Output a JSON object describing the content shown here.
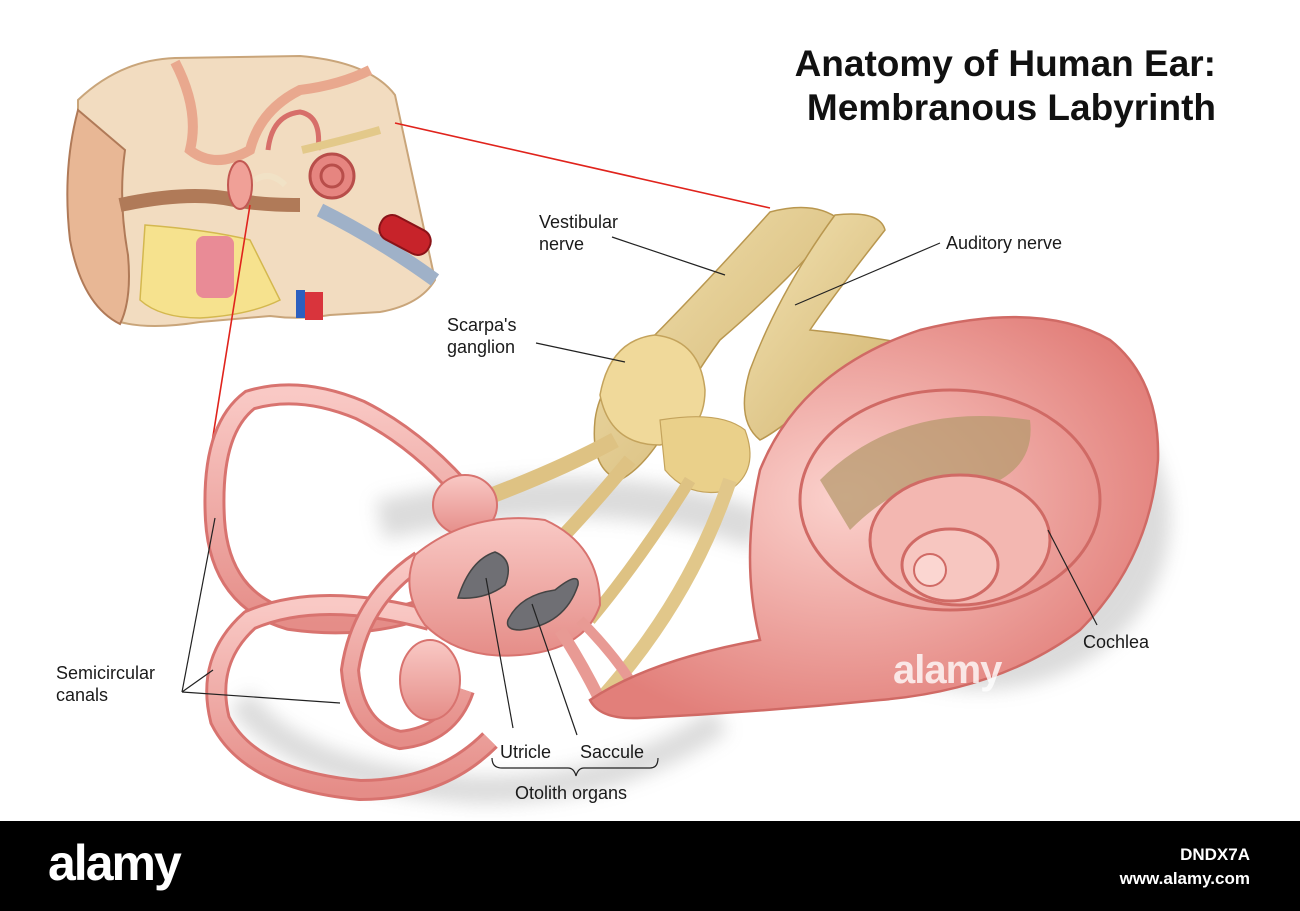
{
  "diagram": {
    "title_line1": "Anatomy of Human Ear:",
    "title_line2": "Membranous Labyrinth",
    "labels": {
      "vestibular_line1": "Vestibular",
      "vestibular_line2": "nerve",
      "auditory": "Auditory nerve",
      "scarpa_line1": "Scarpa's",
      "scarpa_line2": "ganglion",
      "semicircular_line1": "Semicircular",
      "semicircular_line2": "canals",
      "cochlea": "Cochlea",
      "utricle": "Utricle",
      "saccule": "Saccule",
      "otolith": "Otolith organs"
    },
    "watermark": "alamy"
  },
  "footer": {
    "brand": "alamy",
    "image_id": "DNDX7A",
    "site": "www.alamy.com"
  },
  "colors": {
    "membrane": "#f2a9a6",
    "membrane_dark": "#d8736f",
    "nerve": "#e8d49a",
    "nerve_dark": "#c4a35c",
    "leader": "#222222",
    "zoom_line": "#e0231c"
  }
}
